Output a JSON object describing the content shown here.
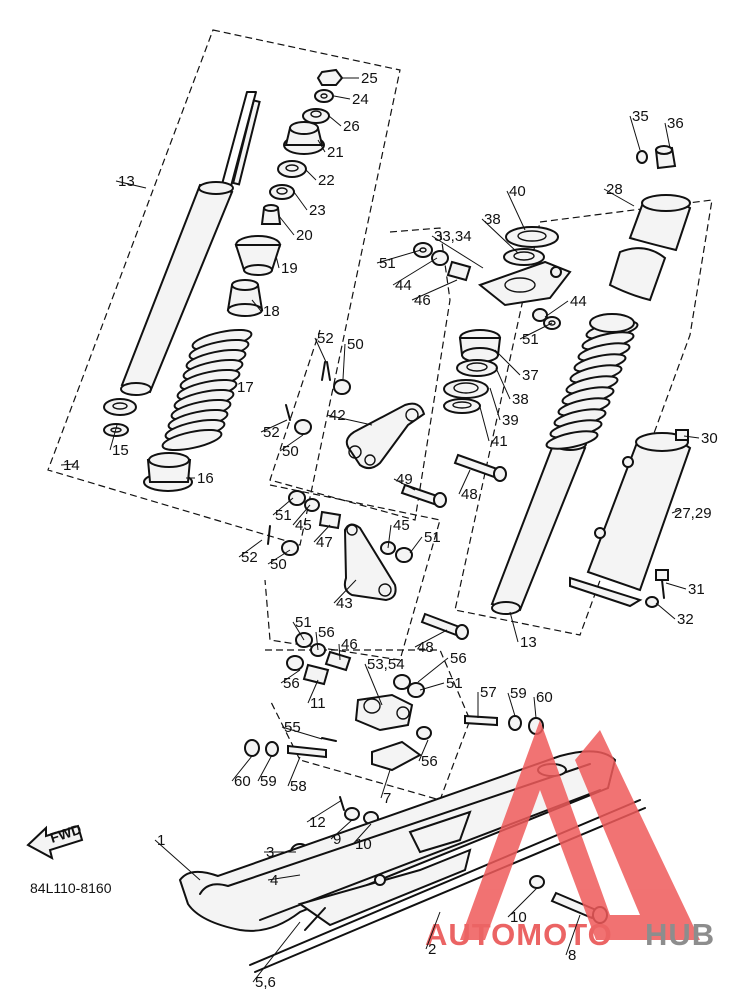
{
  "diagram": {
    "part_code": "84L110-8160",
    "direction_label": "FWD",
    "watermark": {
      "word_a": "AUTOMOTO",
      "word_b": "HUB",
      "color_a": "#e84a4a",
      "color_b": "#7a7a7a",
      "logo_color": "#ef5a5a"
    },
    "callouts": [
      "25",
      "24",
      "26",
      "21",
      "22",
      "23",
      "20",
      "19",
      "18",
      "17",
      "16",
      "15",
      "14",
      "13",
      "35",
      "36",
      "28",
      "40",
      "38",
      "33,34",
      "51",
      "44",
      "46",
      "44",
      "51",
      "52",
      "50",
      "37",
      "38",
      "39",
      "41",
      "42",
      "52",
      "50",
      "30",
      "48",
      "49",
      "27,29",
      "51",
      "45",
      "47",
      "45",
      "51",
      "52",
      "50",
      "43",
      "31",
      "32",
      "13",
      "51",
      "56",
      "46",
      "53,54",
      "48",
      "56",
      "51",
      "56",
      "11",
      "57",
      "59",
      "60",
      "55",
      "60",
      "59",
      "58",
      "56",
      "7",
      "12",
      "9",
      "10",
      "3",
      "4",
      "1",
      "10",
      "8",
      "2",
      "5,6"
    ]
  }
}
